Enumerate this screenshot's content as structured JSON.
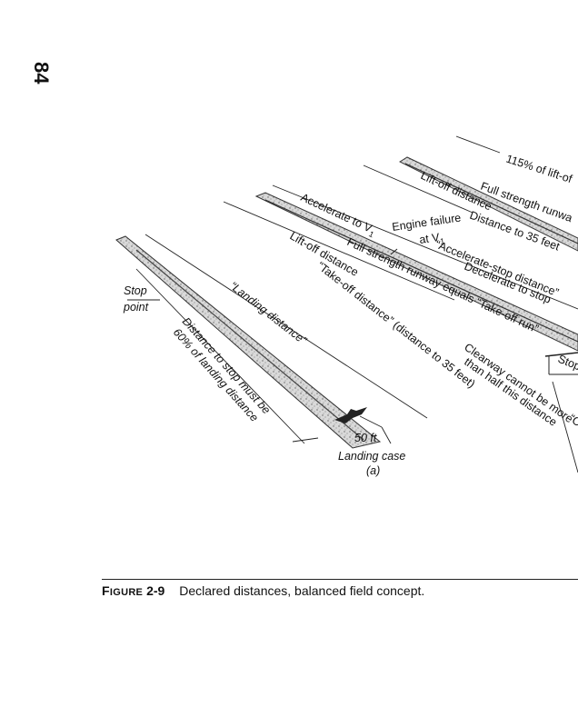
{
  "page": {
    "number": "84"
  },
  "figure": {
    "landing_case": {
      "stop_point_line1": "Stop",
      "stop_point_line2": "point",
      "landing_distance": "“Landing distance”",
      "distance_to_stop_line1": "Distance to stop must be",
      "distance_to_stop_line2": "60% of landing distance",
      "height": "50 ft",
      "case_label": "Landing case",
      "case_letter": "(a)"
    },
    "takeoff_case": {
      "accelerate_to_v1": "Accelerate to V",
      "v1_subscript": "1",
      "engine_failure_line1": "Engine failure",
      "engine_failure_line2": "at V",
      "liftoff_distance": "Lift-off distance",
      "full_strength_runway": "Full strength runway equals “Take-off run”",
      "takeoff_distance": "“Take-off distance” (distance to 35 feet)",
      "accelerate_stop": "“Accelerate-stop distance”",
      "decelerate_to_stop": "Decelerate to stop",
      "clearway_line1": "Clearway cannot be more",
      "clearway_line2": "than half this distance",
      "stop_cut": "Stop",
      "quote_cut": "“C"
    },
    "third_case": {
      "pct_liftoff": "115% of lift-of",
      "liftoff_distance": "Lift-off distance",
      "full_strength_runway": "Full strength runwa",
      "distance_to_35": "Distance to 35 feet"
    }
  },
  "caption": {
    "label_first": "F",
    "label_rest": "IGURE",
    "number": "2-9",
    "text": "Declared distances, balanced field concept."
  }
}
